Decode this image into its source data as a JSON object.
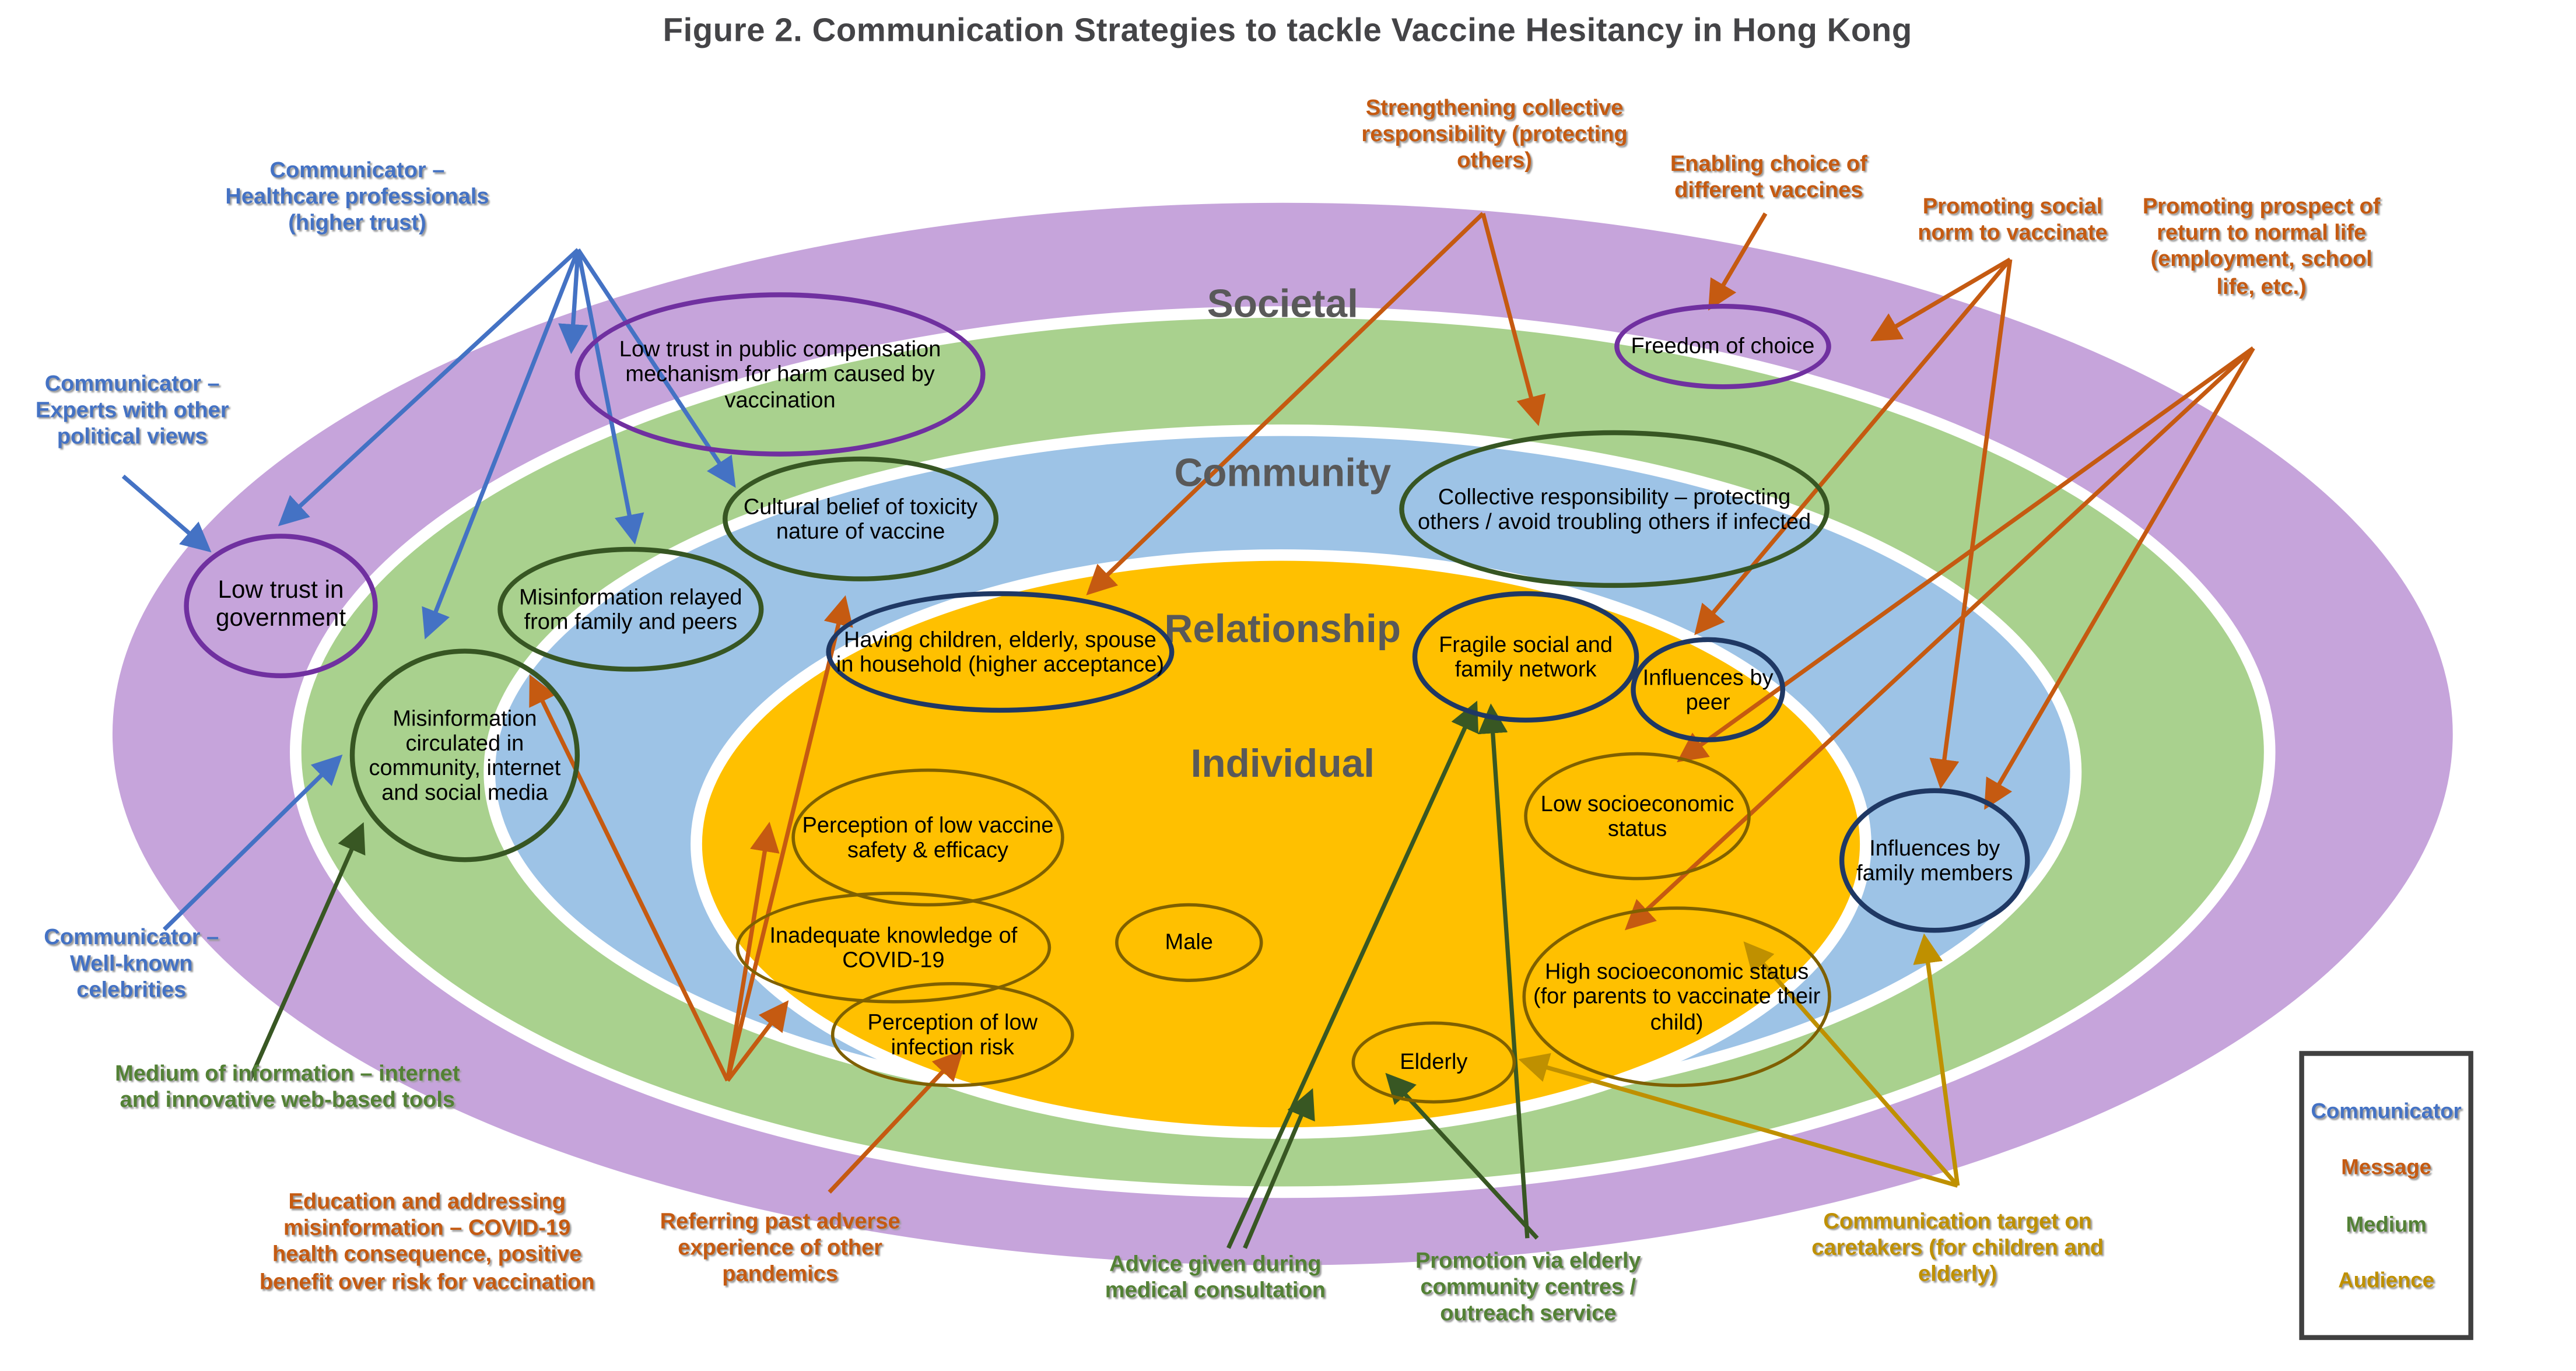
{
  "title": "Figure 2. Communication Strategies to tackle Vaccine Hesitancy in Hong Kong",
  "rings": [
    {
      "id": "societal",
      "label": "Societal",
      "fill": "#C6A4DB"
    },
    {
      "id": "community",
      "label": "Community",
      "fill": "#A9D18E"
    },
    {
      "id": "relationship",
      "label": "Relationship",
      "fill": "#9DC3E6"
    },
    {
      "id": "individual",
      "label": "Individual",
      "fill": "#FFC000"
    }
  ],
  "ovals": [
    {
      "id": "low-trust-government",
      "ring": "societal",
      "text": "Low trust in government"
    },
    {
      "id": "low-trust-compensation",
      "ring": "societal",
      "text": "Low trust in public compensation mechanism for harm caused by vaccination"
    },
    {
      "id": "freedom-of-choice",
      "ring": "societal",
      "text": "Freedom of choice"
    },
    {
      "id": "cultural-belief-toxicity",
      "ring": "community",
      "text": "Cultural belief of toxicity nature of vaccine"
    },
    {
      "id": "misinformation-family-peers",
      "ring": "community",
      "text": "Misinformation relayed from family and peers"
    },
    {
      "id": "misinformation-community-internet",
      "ring": "community",
      "text": "Misinformation circulated in community, internet and social media"
    },
    {
      "id": "collective-responsibility",
      "ring": "community",
      "text": "Collective responsibility – protecting others / avoid troubling others if infected"
    },
    {
      "id": "having-children-household",
      "ring": "relationship",
      "text": "Having children, elderly, spouse in household (higher acceptance)"
    },
    {
      "id": "fragile-social-network",
      "ring": "relationship",
      "text": "Fragile social and family network"
    },
    {
      "id": "influences-by-peer",
      "ring": "relationship",
      "text": "Influences by peer"
    },
    {
      "id": "influences-by-family",
      "ring": "relationship",
      "text": "Influences by family members"
    },
    {
      "id": "perception-low-safety",
      "ring": "individual",
      "text": "Perception of low vaccine safety & efficacy"
    },
    {
      "id": "inadequate-knowledge",
      "ring": "individual",
      "text": "Inadequate knowledge of COVID-19"
    },
    {
      "id": "perception-low-infection-risk",
      "ring": "individual",
      "text": "Perception of low infection risk"
    },
    {
      "id": "male",
      "ring": "individual",
      "text": "Male"
    },
    {
      "id": "elderly",
      "ring": "individual",
      "text": "Elderly"
    },
    {
      "id": "low-socioeconomic-status",
      "ring": "individual",
      "text": "Low socioeconomic status"
    },
    {
      "id": "high-socioeconomic-status",
      "ring": "individual",
      "text": "High socioeconomic status (for parents to vaccinate their child)"
    }
  ],
  "annotations": [
    {
      "id": "communicator-healthcare",
      "category": "Communicator",
      "text": "Communicator – Healthcare professionals (higher trust)"
    },
    {
      "id": "communicator-experts",
      "category": "Communicator",
      "text": "Communicator – Experts with other political views"
    },
    {
      "id": "communicator-celebrities",
      "category": "Communicator",
      "text": "Communicator – Well-known celebrities"
    },
    {
      "id": "message-collective-responsibility",
      "category": "Message",
      "text": "Strengthening collective responsibility (protecting others)"
    },
    {
      "id": "message-choice-vaccines",
      "category": "Message",
      "text": "Enabling choice of different vaccines"
    },
    {
      "id": "message-social-norm",
      "category": "Message",
      "text": "Promoting social norm to vaccinate"
    },
    {
      "id": "message-return-normal-life",
      "category": "Message",
      "text": "Promoting prospect of return to normal life (employment, school life, etc.)"
    },
    {
      "id": "message-education",
      "category": "Message",
      "text": "Education and addressing misinformation – COVID-19 health consequence, positive benefit over risk for vaccination"
    },
    {
      "id": "message-past-pandemics",
      "category": "Message",
      "text": "Referring past adverse experience of other pandemics"
    },
    {
      "id": "medium-internet-tools",
      "category": "Medium",
      "text": "Medium of information – internet and innovative web-based tools"
    },
    {
      "id": "medium-medical-consultation",
      "category": "Medium",
      "text": "Advice given during medical consultation"
    },
    {
      "id": "medium-elderly-centres",
      "category": "Medium",
      "text": "Promotion via elderly community centres / outreach service"
    },
    {
      "id": "audience-caretakers",
      "category": "Audience",
      "text": "Communication target on caretakers (for children and elderly)"
    }
  ],
  "legend": {
    "items": [
      {
        "label": "Communicator",
        "color": "#4472C4"
      },
      {
        "label": "Message",
        "color": "#C55A11"
      },
      {
        "label": "Medium",
        "color": "#538135"
      },
      {
        "label": "Audience",
        "color": "#BF9000"
      }
    ]
  },
  "colors": {
    "accent_blue": "#4472C4",
    "accent_orange": "#C55A11",
    "accent_green": "#538135",
    "accent_gold": "#BF9000",
    "arrow_green_dark": "#385723",
    "ring_societal": "#C6A4DB",
    "ring_community": "#A9D18E",
    "ring_relationship": "#9DC3E6",
    "ring_individual": "#FFC000",
    "oval_border_societal": "#7030A0",
    "oval_border_community": "#375623",
    "oval_border_relationship": "#1F3864",
    "oval_border_individual": "#7F6000",
    "label_gray": "#595959",
    "title_gray": "#444447"
  }
}
